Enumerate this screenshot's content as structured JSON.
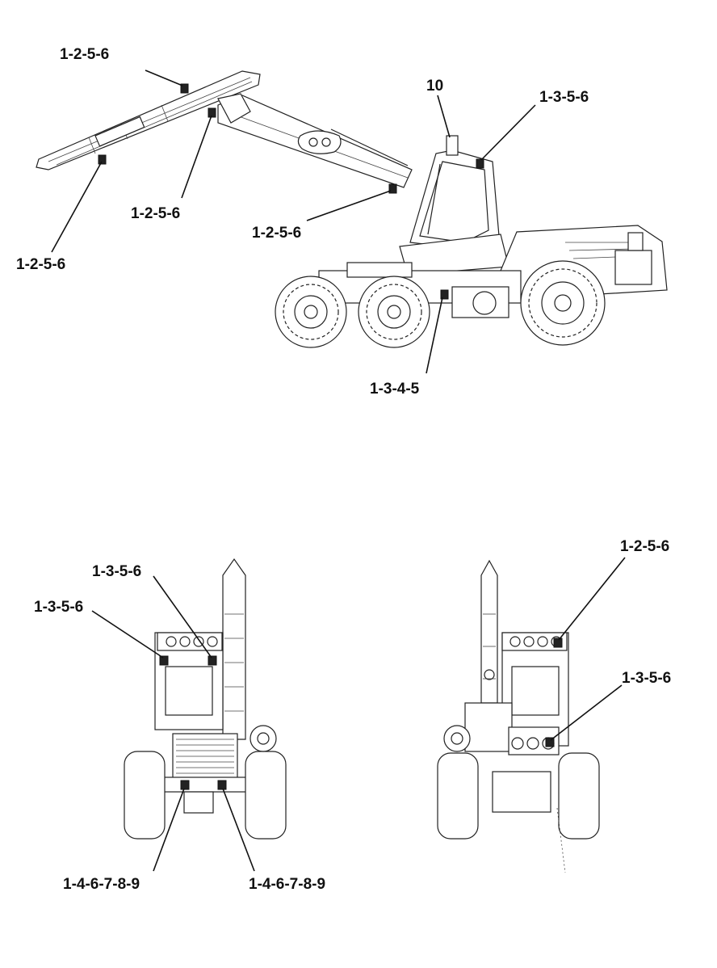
{
  "labels": {
    "side_boom_tip": "1-2-5-6",
    "side_boom_left": "1-2-5-6",
    "side_boom_mid": "1-2-5-6",
    "side_boom_base": "1-2-5-6",
    "side_cab_top_marker": "10",
    "side_cab_roof": "1-3-5-6",
    "side_chassis": "1-3-4-5",
    "front_cab_inner": "1-3-5-6",
    "front_cab_outer": "1-3-5-6",
    "front_bottom_left": "1-4-6-7-8-9",
    "front_bottom_right": "1-4-6-7-8-9",
    "rear_roof": "1-2-5-6",
    "rear_engine": "1-3-5-6"
  }
}
